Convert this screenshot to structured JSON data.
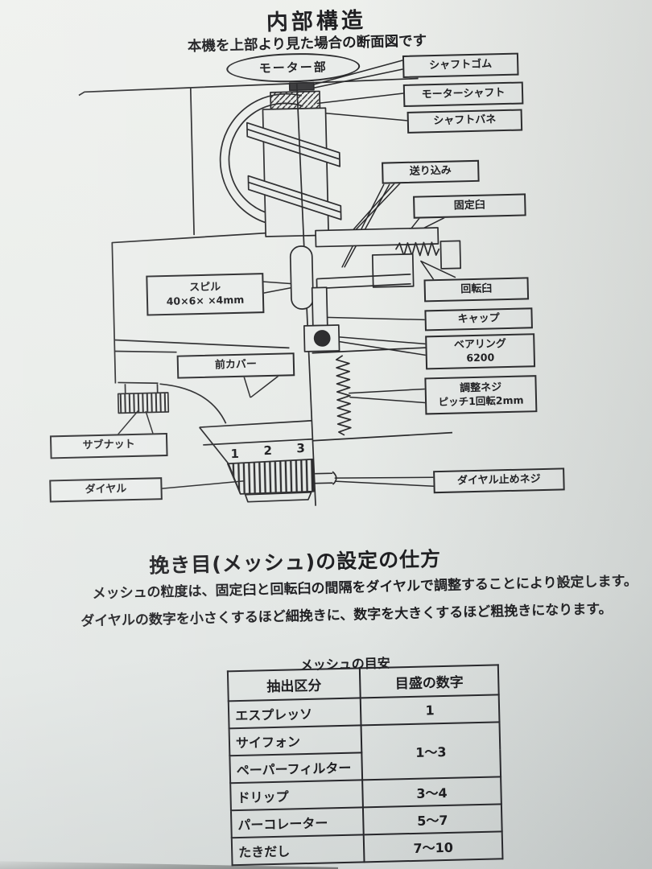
{
  "page": {
    "title": "内部構造",
    "subtitle": "本機を上部より見た場合の断面図です"
  },
  "diagram": {
    "labels": {
      "motor_unit": "モーター部",
      "shaft_rubber": "シャフトゴム",
      "motor_shaft": "モーターシャフト",
      "shaft_spring": "シャフトバネ",
      "feed": "送り込み",
      "fixed_burr": "固定臼",
      "rotating_burr": "回転臼",
      "cap": "キャップ",
      "bearing_line1": "ベアリング",
      "bearing_line2": "6200",
      "adjust_screw_line1": "調整ネジ",
      "adjust_screw_line2": "ピッチ1回転2mm",
      "spill_line1": "スピル",
      "spill_line2": "40×6× ×4mm",
      "front_cover": "前カバー",
      "sub_nut": "サブナット",
      "dial": "ダイヤル",
      "dial_stop_screw": "ダイヤル止めネジ"
    },
    "dial_numbers": [
      "1",
      "2",
      "3"
    ]
  },
  "section": {
    "heading": "挽き目(メッシュ)の設定の仕方",
    "body_line1": "メッシュの粒度は、固定臼と回転臼の間隔をダイヤルで調整することにより設定します。",
    "body_line2": "ダイヤルの数字を小さくするほど細挽きに、数字を大きくするほど粗挽きになります。"
  },
  "mesh_table": {
    "caption": "メッシュの目安",
    "columns": [
      "抽出区分",
      "目盛の数字"
    ],
    "rows": [
      {
        "label": "エスプレッソ",
        "value": "1"
      },
      {
        "label": "サイフォン",
        "value": "1〜3"
      },
      {
        "label": "ペーパーフィルター",
        "value": ""
      },
      {
        "label": "ドリップ",
        "value": "3〜4"
      },
      {
        "label": "パーコレーター",
        "value": "5〜7"
      },
      {
        "label": "たきだし",
        "value": "7〜10"
      }
    ]
  },
  "colors": {
    "ink": "#2a2a2c",
    "paper": "#e9ecea"
  }
}
